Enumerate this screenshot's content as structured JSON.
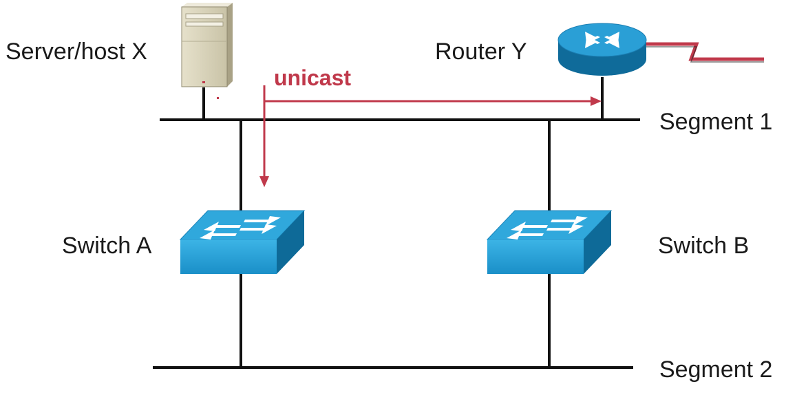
{
  "labels": {
    "server": "Server/host X",
    "router": "Router Y",
    "segment1": "Segment 1",
    "segment2": "Segment 2",
    "switch_a": "Switch A",
    "switch_b": "Switch B",
    "unicast": "unicast"
  },
  "colors": {
    "wire": "#111111",
    "unicast": "#c0394b",
    "switch_top": "#2fa3d6",
    "switch_front": "#1d9ad4",
    "switch_side": "#0e6a98",
    "router_top": "#2a9fd6",
    "router_side": "#0f6b9a",
    "wan_link": "#c0394b",
    "server_body": "#d9d4bd"
  },
  "icons": {
    "server": "server-icon",
    "router": "router-icon",
    "switch": "switch-icon"
  }
}
